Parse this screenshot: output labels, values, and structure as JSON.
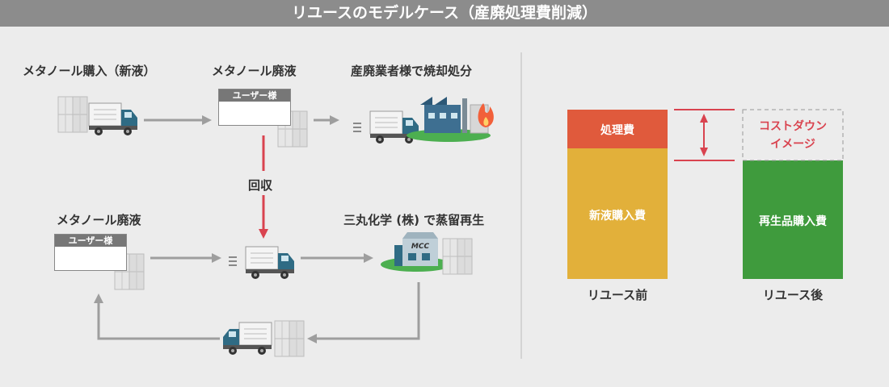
{
  "title": "リユースのモデルケース（産廃処理費削減）",
  "flow": {
    "purchase_label": "メタノール購入（新液）",
    "waste_label_top": "メタノール廃液",
    "disposal_label": "産廃業者様で焼却処分",
    "collect_label": "回収",
    "waste_label_bottom": "メタノール廃液",
    "regen_label": "三丸化学 (株) で蒸留再生",
    "user_box_top": "ユーザー様",
    "user_box_bottom": "ユーザー様",
    "factory_sign": "MCC"
  },
  "cost": {
    "before_caption": "リユース前",
    "after_caption": "リユース後",
    "processing_fee": "処理費",
    "new_liquid_fee": "新液購入費",
    "recycled_fee": "再生品購入費",
    "costdown_line1": "コストダウン",
    "costdown_line2": "イメージ",
    "colors": {
      "processing": "#e05a3c",
      "new_liquid": "#e2b03a",
      "recycled": "#3f9b3d",
      "accent": "#d9434f"
    }
  }
}
